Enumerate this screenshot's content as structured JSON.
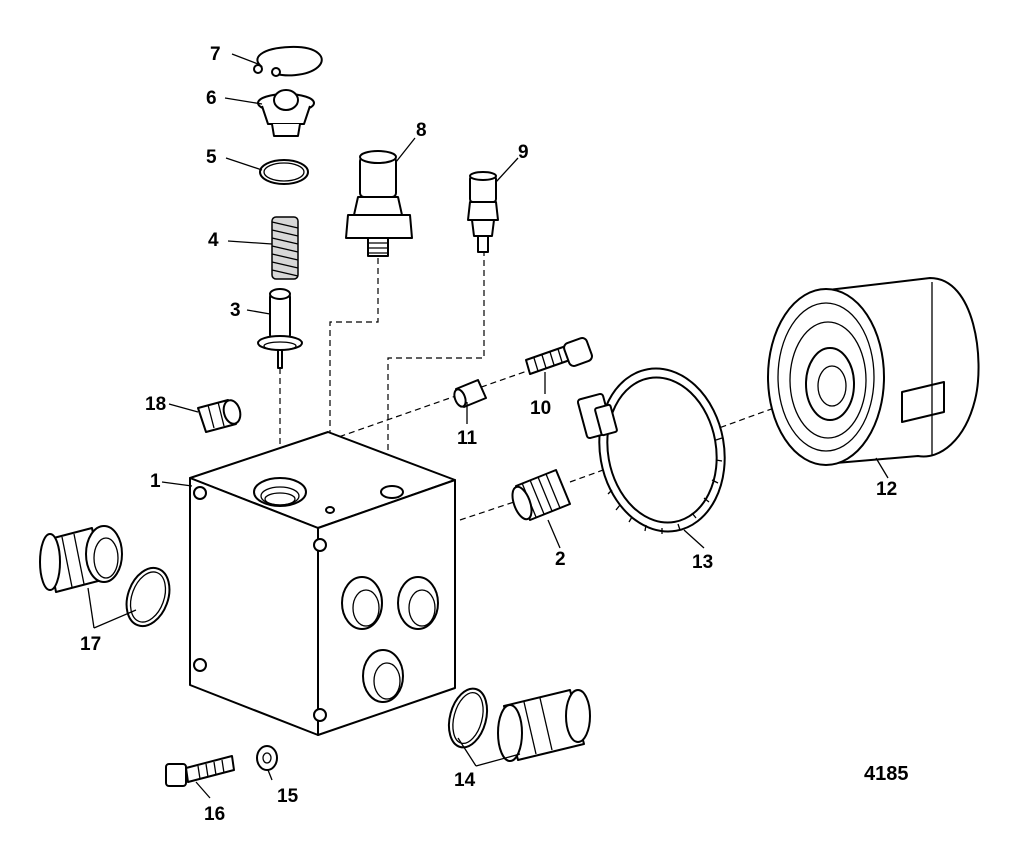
{
  "figure_number": "4185",
  "callouts": [
    {
      "id": "1",
      "part": "manifold-block"
    },
    {
      "id": "2",
      "part": "fitting-plug"
    },
    {
      "id": "3",
      "part": "valve-stem"
    },
    {
      "id": "4",
      "part": "spring"
    },
    {
      "id": "5",
      "part": "o-ring"
    },
    {
      "id": "6",
      "part": "valve-seat"
    },
    {
      "id": "7",
      "part": "retaining-ring"
    },
    {
      "id": "8",
      "part": "pressure-sensor"
    },
    {
      "id": "9",
      "part": "temperature-sensor"
    },
    {
      "id": "10",
      "part": "screw"
    },
    {
      "id": "11",
      "part": "sleeve"
    },
    {
      "id": "12",
      "part": "filter"
    },
    {
      "id": "13",
      "part": "hose-clamp"
    },
    {
      "id": "14",
      "part": "fitting-and-o-ring"
    },
    {
      "id": "15",
      "part": "washer"
    },
    {
      "id": "16",
      "part": "bolt"
    },
    {
      "id": "17",
      "part": "fitting-and-o-ring"
    },
    {
      "id": "18",
      "part": "fitting"
    }
  ]
}
